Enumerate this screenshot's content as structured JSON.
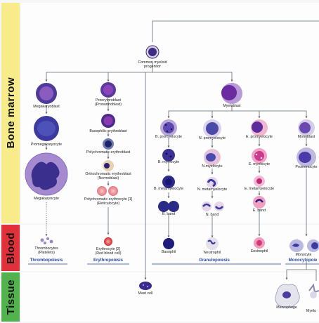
{
  "bands": [
    {
      "label": "Bone marrow",
      "color": "#f8ec8a"
    },
    {
      "label": "Blood",
      "color": "#e0303a"
    },
    {
      "label": "Tissue",
      "color": "#52b24d"
    }
  ],
  "cells": {
    "common_myeloid": "Common myeloid",
    "common_myeloid_2": "progenitor",
    "megakaryoblast": "Megakaryoblast",
    "promegakaryocyte": "Promegakaryocyte",
    "megakaryocyte": "Megakaryocyte",
    "thrombocytes": "Thrombocytes",
    "thrombocytes_2": "(Platelets)",
    "proerythroblast": "Proerythroblast",
    "proerythroblast_2": "(Pronormoblast)",
    "basophilic_eb": "Basophilic erythroblast",
    "polychromatic_eb": "Polychromatic erythroblast",
    "orthochromatic_eb": "Orthochromatic erythroblast",
    "orthochromatic_eb_2": "(Normoblast)",
    "polychromatic_ery": "Polychromatic erythrocyte [1]",
    "polychromatic_ery_2": "(Reticulocyte)",
    "erythrocyte": "Erythrocyte [2]",
    "erythrocyte_2": "(Red blood cell)",
    "myeloblast": "Myeloblast",
    "b_promyelocyte": "B. promyelocyte",
    "n_promyelocyte": "N. promyelocyte",
    "e_promyelocyte": "E. promyelocyte",
    "monoblast": "Monoblast",
    "b_myelocyte": "B. myelocyte",
    "n_myelocyte": "N.myelocyte",
    "e_myelocyte": "E. myelocyte",
    "promonocyte": "Promonocyte",
    "b_metamyelocyte": "B. metamyelocyte",
    "n_metamyelocyte": "N. metamyelocyte",
    "e_metamyelocyte": "E. metamyelocyte",
    "b_band": "B. band",
    "n_band": "N. band",
    "e_band": "E. band",
    "basophil": "Basophil",
    "neutrophil": "Neutrophil",
    "eosinophil": "Eosinophil",
    "monocyte": "Monocyte",
    "mast_cell": "Mast cell",
    "macrophage": "Macrophage",
    "myeloid_dc": "Myelo"
  },
  "lineages": {
    "thrombopoiesis": "Thrombopoiesis",
    "erythropoiesis": "Erythropoiesis",
    "granulopoiesis": "Granulopoiesis",
    "monocytopoiesis": "Monocytopoie"
  }
}
